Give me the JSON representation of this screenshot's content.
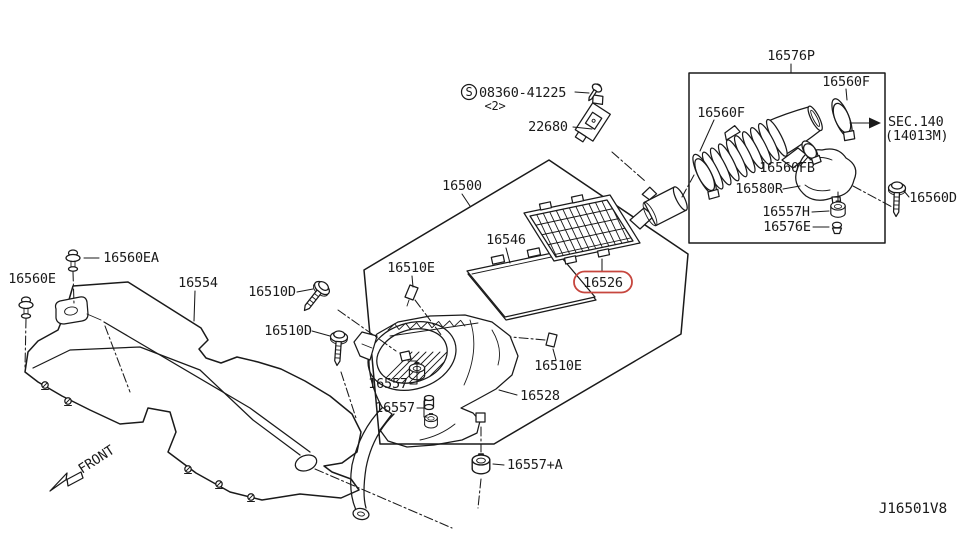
{
  "diagram": {
    "drawing_number": "J16501V8",
    "front_indicator": "FRONT",
    "emphasis_color": "#c6463e",
    "line_color": "#1a1a1a",
    "labels": {
      "p16576P": "16576P",
      "p16560F_top": "16560F",
      "p16560F_left": "16560F",
      "sec_ref_1": "SEC.140",
      "sec_ref_2": "(14013M)",
      "p16560FB": "16560FB",
      "p16580R": "16580R",
      "p16557H": "16557H",
      "p16576E": "16576E",
      "p16560D": "16560D",
      "screw_symbol": "S",
      "p08360_41225": "08360-41225",
      "screw_qty": "<2>",
      "p22680": "22680",
      "p16500": "16500",
      "p16546": "16546",
      "p16526": "16526",
      "p16560EA": "16560EA",
      "p16560E": "16560E",
      "p16554": "16554",
      "p16510D_1": "16510D",
      "p16510D_2": "16510D",
      "p16510E_1": "16510E",
      "p16510E_2": "16510E",
      "p16557_1": "16557",
      "p16557_2": "16557",
      "p16528": "16528",
      "p16557A": "16557+A"
    }
  }
}
